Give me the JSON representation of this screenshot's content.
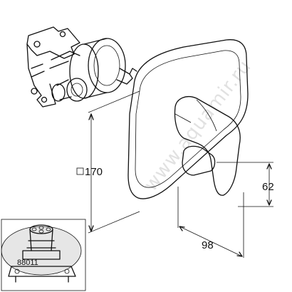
{
  "watermark": "www.aquamir.ru",
  "dimensions": {
    "height_label": "170",
    "height_square_symbol": true,
    "depth_label": "98",
    "lever_label": "62"
  },
  "inset": {
    "part_number": "88011"
  }
}
